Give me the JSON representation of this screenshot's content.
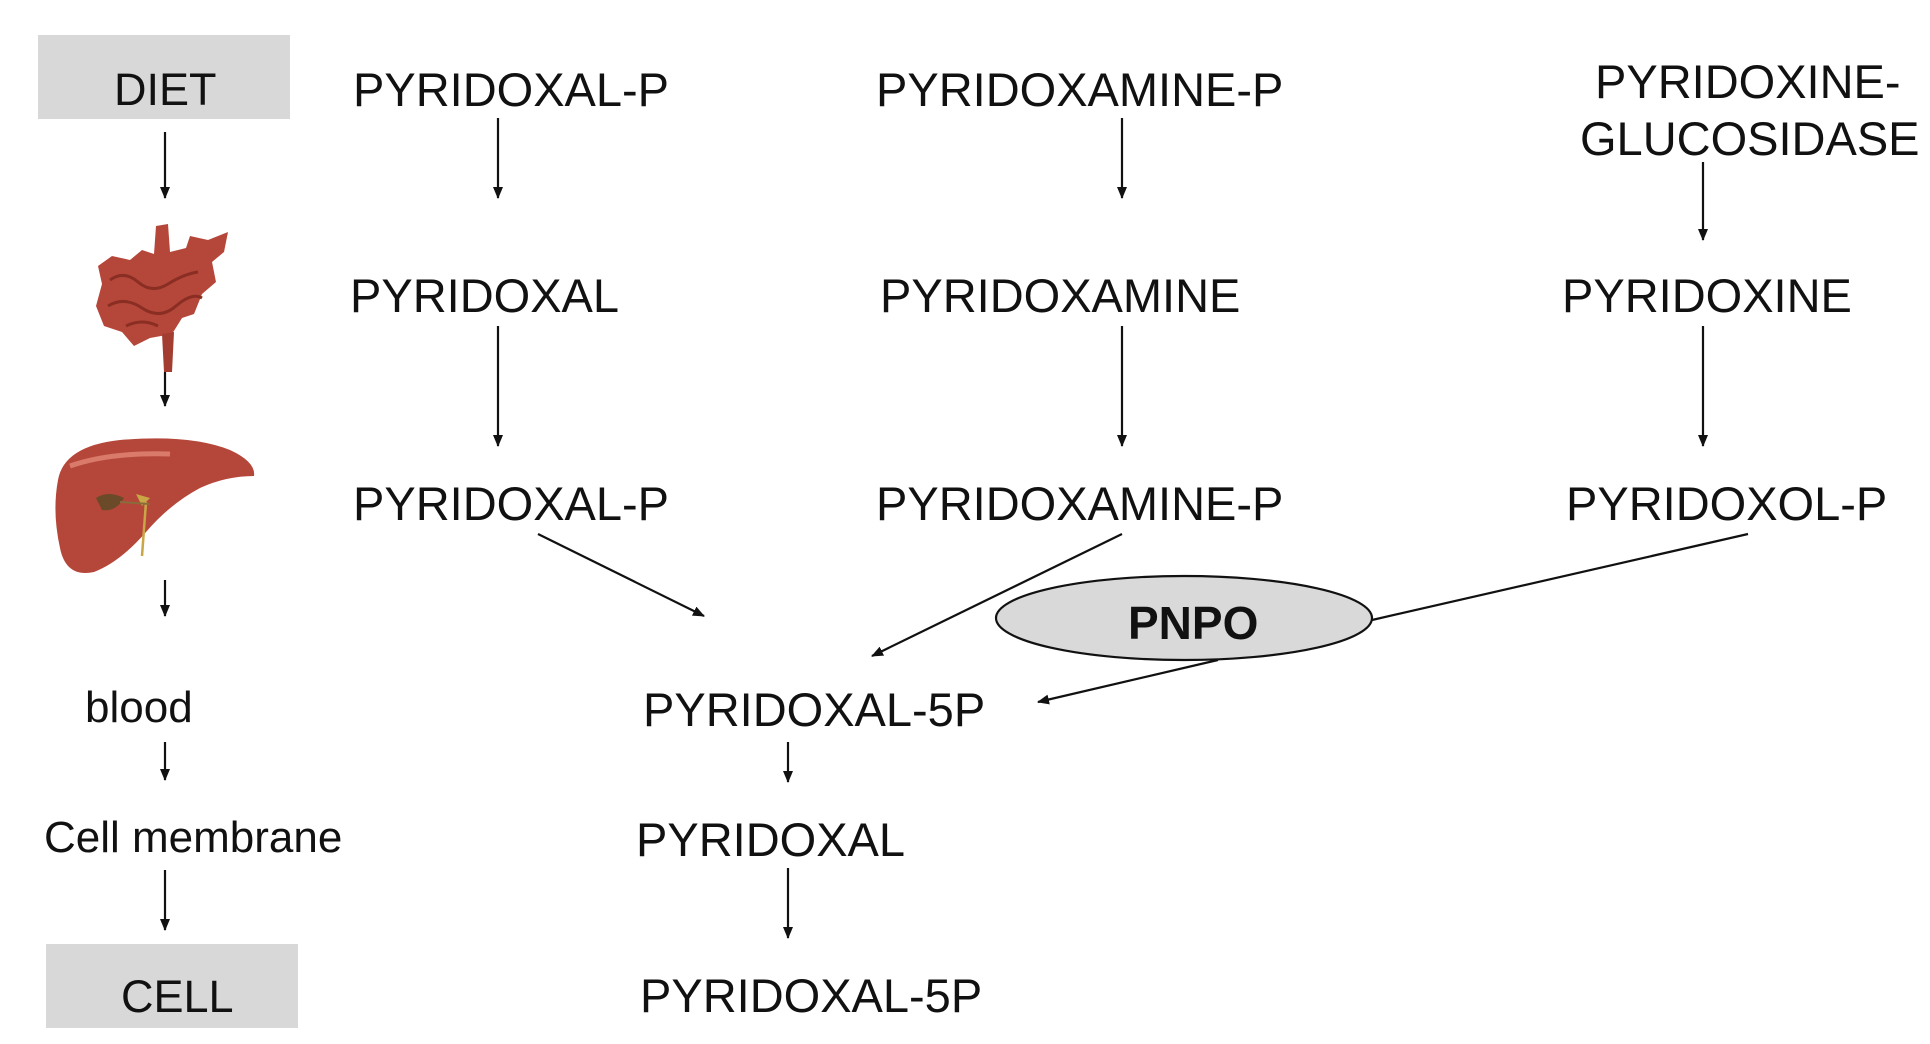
{
  "left_column": {
    "diet": "DIET",
    "blood": "blood",
    "cell_membrane": "Cell membrane",
    "cell": "CELL",
    "organ_icons": [
      "intestine-icon",
      "liver-icon"
    ]
  },
  "pyridoxal_column": {
    "top": "PYRIDOXAL-P",
    "middle": "PYRIDOXAL",
    "bottom": "PYRIDOXAL-P"
  },
  "pyridoxamine_column": {
    "top": "PYRIDOXAMINE-P",
    "middle": "PYRIDOXAMINE",
    "bottom": "PYRIDOXAMINE-P"
  },
  "pyridoxine_column": {
    "top_line1": "PYRIDOXINE-",
    "top_line2": "GLUCOSIDASE",
    "middle": "PYRIDOXINE",
    "bottom": "PYRIDOXOL-P"
  },
  "enzyme": {
    "label": "PNPO",
    "fill": "#d9d9d9"
  },
  "cell_pathway": {
    "product": "PYRIDOXAL-5P",
    "intermediate": "PYRIDOXAL",
    "final": "PYRIDOXAL-5P"
  },
  "colors": {
    "box_fill": "#d8d8d8",
    "arrow": "#111111",
    "organ": "#b5473a"
  }
}
